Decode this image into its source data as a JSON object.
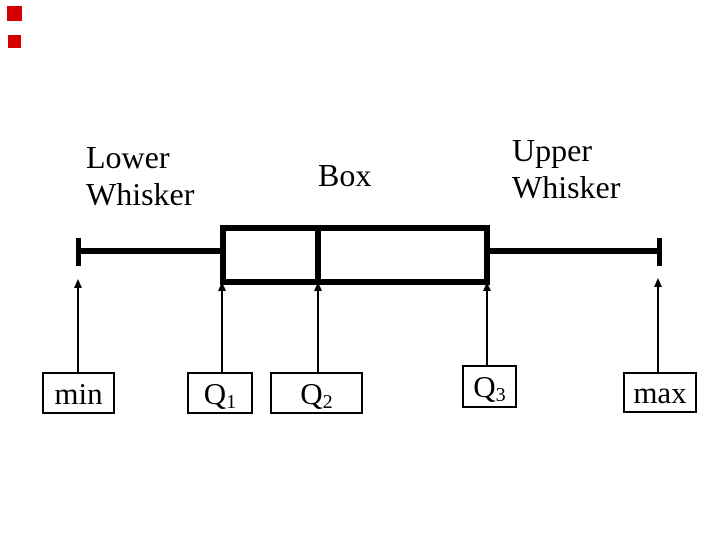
{
  "slide": {
    "kind": "box-plot anatomy diagram"
  },
  "labels": {
    "lower_whisker": "Lower\nWhisker",
    "box": "Box",
    "upper_whisker": "Upper\nWhisker"
  },
  "bottom_labels": [
    {
      "text": "min",
      "sub": ""
    },
    {
      "text": "Q",
      "sub": "1"
    },
    {
      "text": "Q",
      "sub": "2"
    },
    {
      "text": "Q",
      "sub": "3"
    },
    {
      "text": "max",
      "sub": ""
    }
  ],
  "colors": {
    "ink": "#000000",
    "background": "#ffffff",
    "accent_red": "#d40000"
  }
}
